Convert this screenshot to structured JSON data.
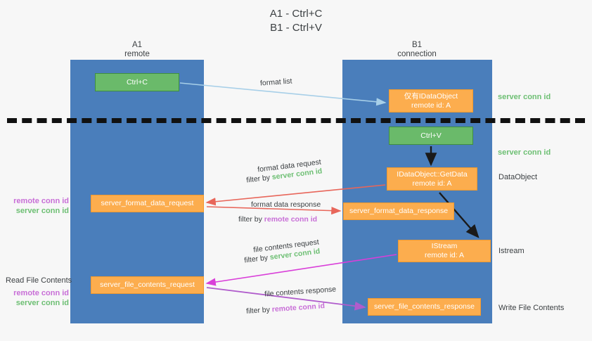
{
  "title": {
    "line1": "A1 - Ctrl+C",
    "line2": "B1 - Ctrl+V"
  },
  "lanes": [
    {
      "id": "a1",
      "name": "A1",
      "role": "remote",
      "color": "#4a7ebb"
    },
    {
      "id": "b1",
      "name": "B1",
      "role": "connection",
      "color": "#4a7ebb"
    }
  ],
  "colors": {
    "lane": "#4a7ebb",
    "green_node": "#6aba6a",
    "orange_node": "#fcad4e",
    "server_conn_id": "#6dbf73",
    "remote_conn_id": "#c86ed7",
    "arrow_blue": "#a7cfe8",
    "arrow_red": "#e8665a",
    "arrow_magenta": "#d93fd9",
    "arrow_purple": "#b05ccc",
    "arrow_black": "#1a1a1a",
    "background": "#f7f7f7",
    "text": "#3c4043"
  },
  "nodes": {
    "ctrl_c": {
      "label": "Ctrl+C",
      "style": "green"
    },
    "idataobject": {
      "line1": "仅有IDataObject",
      "line2": "remote id: A",
      "style": "orange"
    },
    "ctrl_v": {
      "label": "Ctrl+V",
      "style": "green"
    },
    "getdata": {
      "line1": "IDataObject::GetData",
      "line2": "remote id: A",
      "style": "orange"
    },
    "istream": {
      "line1": "IStream",
      "line2": "remote id: A",
      "style": "orange"
    },
    "server_format_data_request": {
      "label": "server_format_data_request",
      "style": "orange"
    },
    "server_format_data_response": {
      "label": "server_format_data_response",
      "style": "orange"
    },
    "server_file_contents_request": {
      "label": "server_file_contents_request",
      "style": "orange"
    },
    "server_file_contents_response": {
      "label": "server_file_contents_response",
      "style": "orange"
    }
  },
  "edge_labels": {
    "format_list": "format list",
    "format_data_request": "format data request",
    "format_data_request_filter_prefix": "filter by ",
    "format_data_request_filter_value": "server conn id",
    "format_data_response": "format data response",
    "format_data_response_filter_prefix": "filter by ",
    "format_data_response_filter_value": "remote conn id",
    "file_contents_request": "file contents request",
    "file_contents_request_filter_prefix": "filter by ",
    "file_contents_request_filter_value": "server conn id",
    "file_contents_response": "file contents response",
    "file_contents_response_filter_prefix": "filter by ",
    "file_contents_response_filter_value": "remote conn id"
  },
  "annotations": {
    "right": [
      {
        "text": "server conn id",
        "color": "green"
      },
      {
        "text": "server conn id",
        "color": "green"
      },
      {
        "text": "DataObject",
        "color": "dark"
      },
      {
        "text": "Istream",
        "color": "dark"
      },
      {
        "text": "Write File Contents",
        "color": "dark"
      }
    ],
    "left": {
      "group1_line1": "remote conn id",
      "group1_line2": "server conn id",
      "read_file_contents": "Read File Contents",
      "group2_line1": "remote conn id",
      "group2_line2": "server conn id"
    }
  }
}
